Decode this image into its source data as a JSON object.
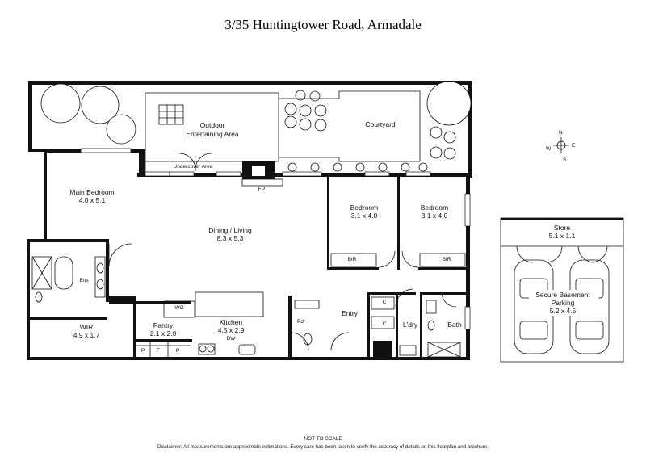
{
  "title": "3/35 Huntingtower Road, Armadale",
  "rooms": {
    "outdoor": "Outdoor",
    "entertaining": "Entertaining Area",
    "courtyard": "Courtyard",
    "undercover": "Undercover Area",
    "fp": "FP",
    "main_bedroom": "Main Bedroom",
    "main_bedroom_dim": "4.0 x 5.1",
    "dining_living": "Dining / Living",
    "dining_living_dim": "8.3 x 5.3",
    "bedroom": "Bedroom",
    "bedroom2_dim": "3.1 x 4.0",
    "bedroom3_dim": "3.1 x 4.0",
    "bir": "BIR",
    "ens": "Ens",
    "wir": "WIR",
    "wir_dim": "4.9 x 1.7",
    "wo": "WO",
    "pantry": "Pantry",
    "pantry_dim": "2.1 x 2.0",
    "kitchen": "Kitchen",
    "kitchen_dim": "4.5 x 2.9",
    "dw": "DW",
    "p": "P",
    "f": "F",
    "pdr": "Pdr",
    "entry": "Entry",
    "c": "C",
    "ldry": "L'dry",
    "bath": "Bath",
    "store": "Store",
    "store_dim": "5.1 x 1.1",
    "secure_basement": "Secure Basement",
    "parking": "Parking",
    "parking_dim": "5.2 x 4.5"
  },
  "compass": {
    "n": "N",
    "s": "S",
    "e": "E",
    "w": "W"
  },
  "footer": {
    "not_to_scale": "NOT TO SCALE",
    "disclaimer": "Disclaimer: All measurements are approximate estimations. Every care has been taken to verify the accuracy of details on this floorplan and brochure."
  }
}
